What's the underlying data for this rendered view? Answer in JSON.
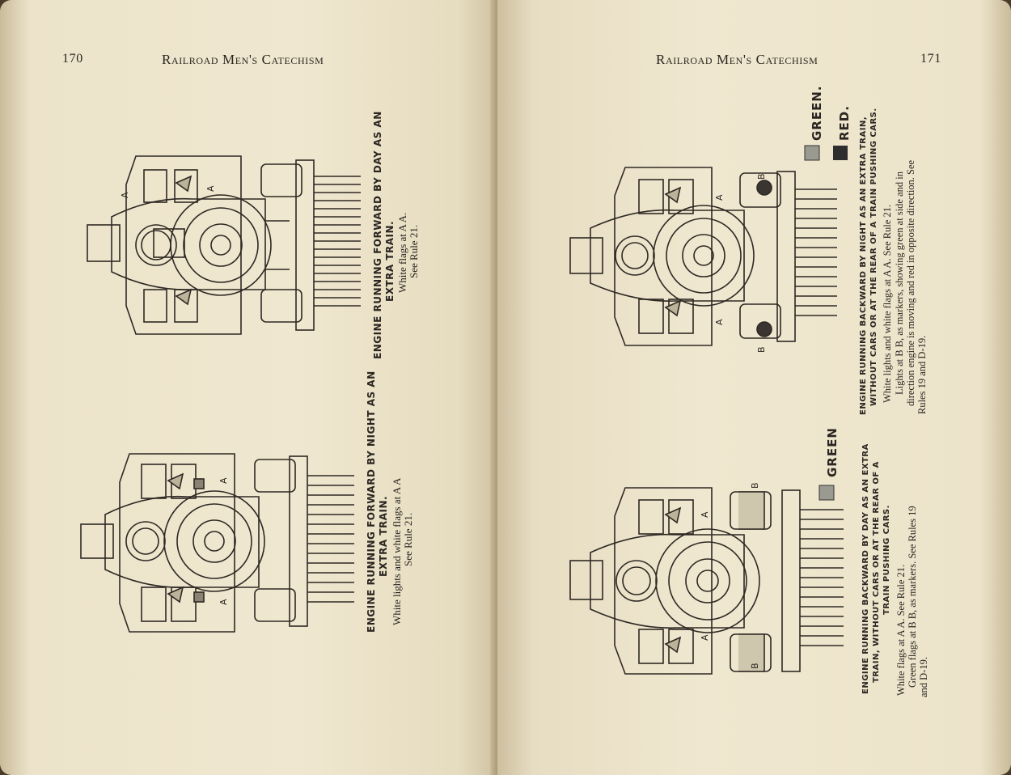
{
  "left_page": {
    "page_number": "170",
    "running_head": "Railroad Men's Catechism",
    "figure_top": {
      "caption_bold_1": "ENGINE RUNNING FORWARD BY DAY AS AN",
      "caption_bold_2": "EXTRA TRAIN.",
      "caption_body_1": "White flags at A A.",
      "caption_body_2": "See Rule 21.",
      "marker_a1": "A",
      "marker_a2": "A"
    },
    "figure_bottom": {
      "caption_bold_1": "ENGINE RUNNING FORWARD BY NIGHT AS AN",
      "caption_bold_2": "EXTRA TRAIN.",
      "caption_body_1": "White lights and white flags at A A",
      "caption_body_2": "See Rule 21.",
      "marker_a1": "A",
      "marker_a2": "A"
    }
  },
  "right_page": {
    "page_number": "171",
    "running_head": "Railroad Men's Catechism",
    "figure_top": {
      "legend_green": "GREEN.",
      "legend_red": "RED.",
      "caption_bold_1": "ENGINE RUNNING BACKWARD BY NIGHT AS AN EXTRA TRAIN,",
      "caption_bold_2": "WITHOUT CARS OR AT THE REAR OF A TRAIN PUSHING CARS.",
      "caption_body_1": "White lights and white flags at A A.  See Rule 21.",
      "caption_body_2": "Lights at B B, as markers, showing green at side and in",
      "caption_body_3": "direction engine is moving and red in opposite direction.  See",
      "caption_body_4": "Rules 19 and D-19.",
      "marker_a1": "A",
      "marker_a2": "A",
      "marker_b1": "B",
      "marker_b2": "B"
    },
    "figure_bottom": {
      "legend_green": "GREEN",
      "caption_bold_1": "ENGINE RUNNING BACKWARD BY DAY AS AN EXTRA",
      "caption_bold_2": "TRAIN, WITHOUT CARS OR AT THE REAR OF A",
      "caption_bold_3": "TRAIN PUSHING CARS.",
      "caption_body_1": "White flags at A A.  See Rule 21.",
      "caption_body_2": "Green flags at B B, as markers.  See Rules 19",
      "caption_body_3": "and D-19.",
      "marker_a1": "A",
      "marker_a2": "A",
      "marker_b1": "B",
      "marker_b2": "B"
    }
  },
  "colors": {
    "paper": "#efe7cf",
    "ink": "#2a2520",
    "green_swatch": "#9a9a90",
    "red_swatch": "#2e2e2e"
  }
}
